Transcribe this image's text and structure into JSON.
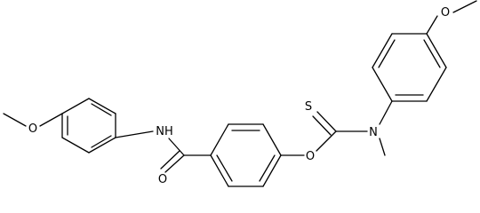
{
  "diagram_type": "chemical-structure",
  "atom_labels": {
    "methoxy_left_o": "O",
    "amide_nh": "NH",
    "amide_o": "O",
    "ester_o": "O",
    "thione_s": "S",
    "carbamate_n": "N",
    "methoxy_right_o": "O"
  },
  "colors": {
    "bond": "#000000",
    "text": "#000000",
    "background": "#ffffff"
  }
}
